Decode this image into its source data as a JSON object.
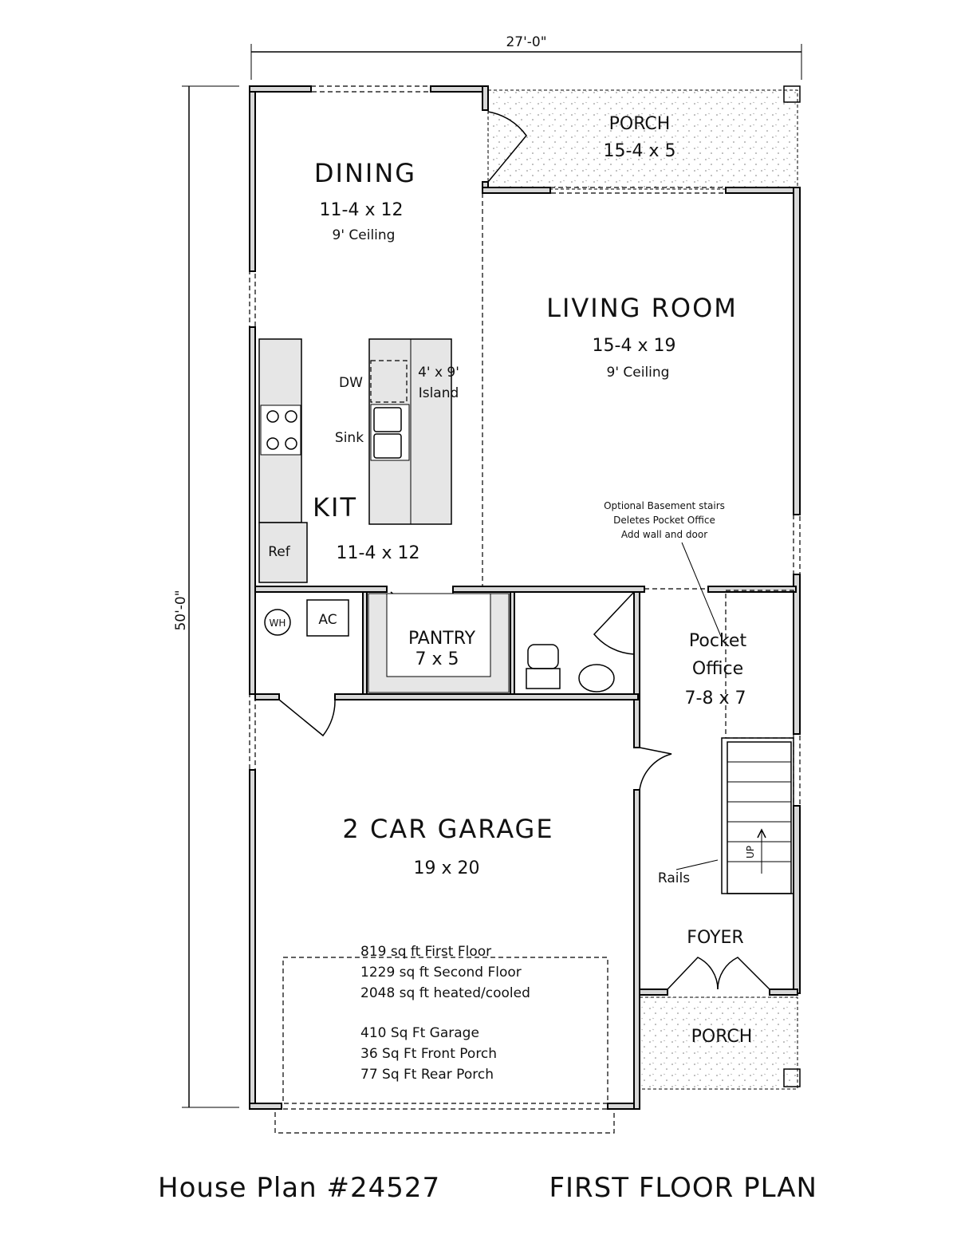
{
  "dimensions": {
    "width": "27'-0\"",
    "depth": "50'-0\""
  },
  "rooms": {
    "dining": {
      "name": "DINING",
      "size": "11-4 x 12",
      "ceiling": "9' Ceiling"
    },
    "porch_rear": {
      "name": "PORCH",
      "size": "15-4 x 5"
    },
    "living": {
      "name": "LIVING ROOM",
      "size": "15-4 x 19",
      "ceiling": "9' Ceiling"
    },
    "kitchen": {
      "name": "KIT",
      "size": "11-4 x 12"
    },
    "pantry": {
      "name": "PANTRY",
      "size": "7 x 5"
    },
    "office": {
      "name_line1": "Pocket",
      "name_line2": "Office",
      "size": "7-8 x 7"
    },
    "garage": {
      "name": "2 CAR GARAGE",
      "size": "19 x 20"
    },
    "foyer": {
      "name": "FOYER"
    },
    "porch_front": {
      "name": "PORCH"
    }
  },
  "fixtures": {
    "dw": "DW",
    "island_line1": "4' x 9'",
    "island_line2": "Island",
    "sink": "Sink",
    "ref": "Ref",
    "wh": "WH",
    "ac": "AC",
    "rails": "Rails",
    "up": "UP"
  },
  "note": [
    "Optional Basement stairs",
    "Deletes Pocket Office",
    "Add wall and door"
  ],
  "areas": [
    "819 sq ft First Floor",
    "1229 sq ft Second Floor",
    "2048 sq ft heated/cooled",
    "410 Sq Ft Garage",
    "36 Sq Ft Front Porch",
    "77 Sq Ft Rear Porch"
  ],
  "title": {
    "plan": "House Plan #24527",
    "floor": "FIRST FLOOR PLAN"
  }
}
